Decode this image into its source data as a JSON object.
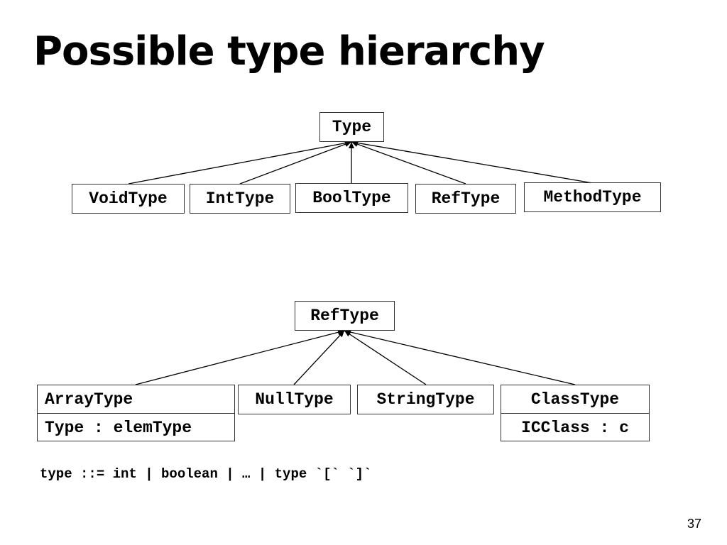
{
  "slide": {
    "title": "Possible type hierarchy",
    "page_number": "37",
    "grammar": "type ::= int | boolean | … | type `[` `]`"
  },
  "diagram1": {
    "root": "Type",
    "children": [
      "VoidType",
      "IntType",
      "BoolType",
      "RefType",
      "MethodType"
    ]
  },
  "diagram2": {
    "root": "RefType",
    "array_type": {
      "name": "ArrayType",
      "field": "Type : elemType"
    },
    "null_type": "NullType",
    "string_type": "StringType",
    "class_type": {
      "name": "ClassType",
      "field": "ICClass : c"
    }
  }
}
